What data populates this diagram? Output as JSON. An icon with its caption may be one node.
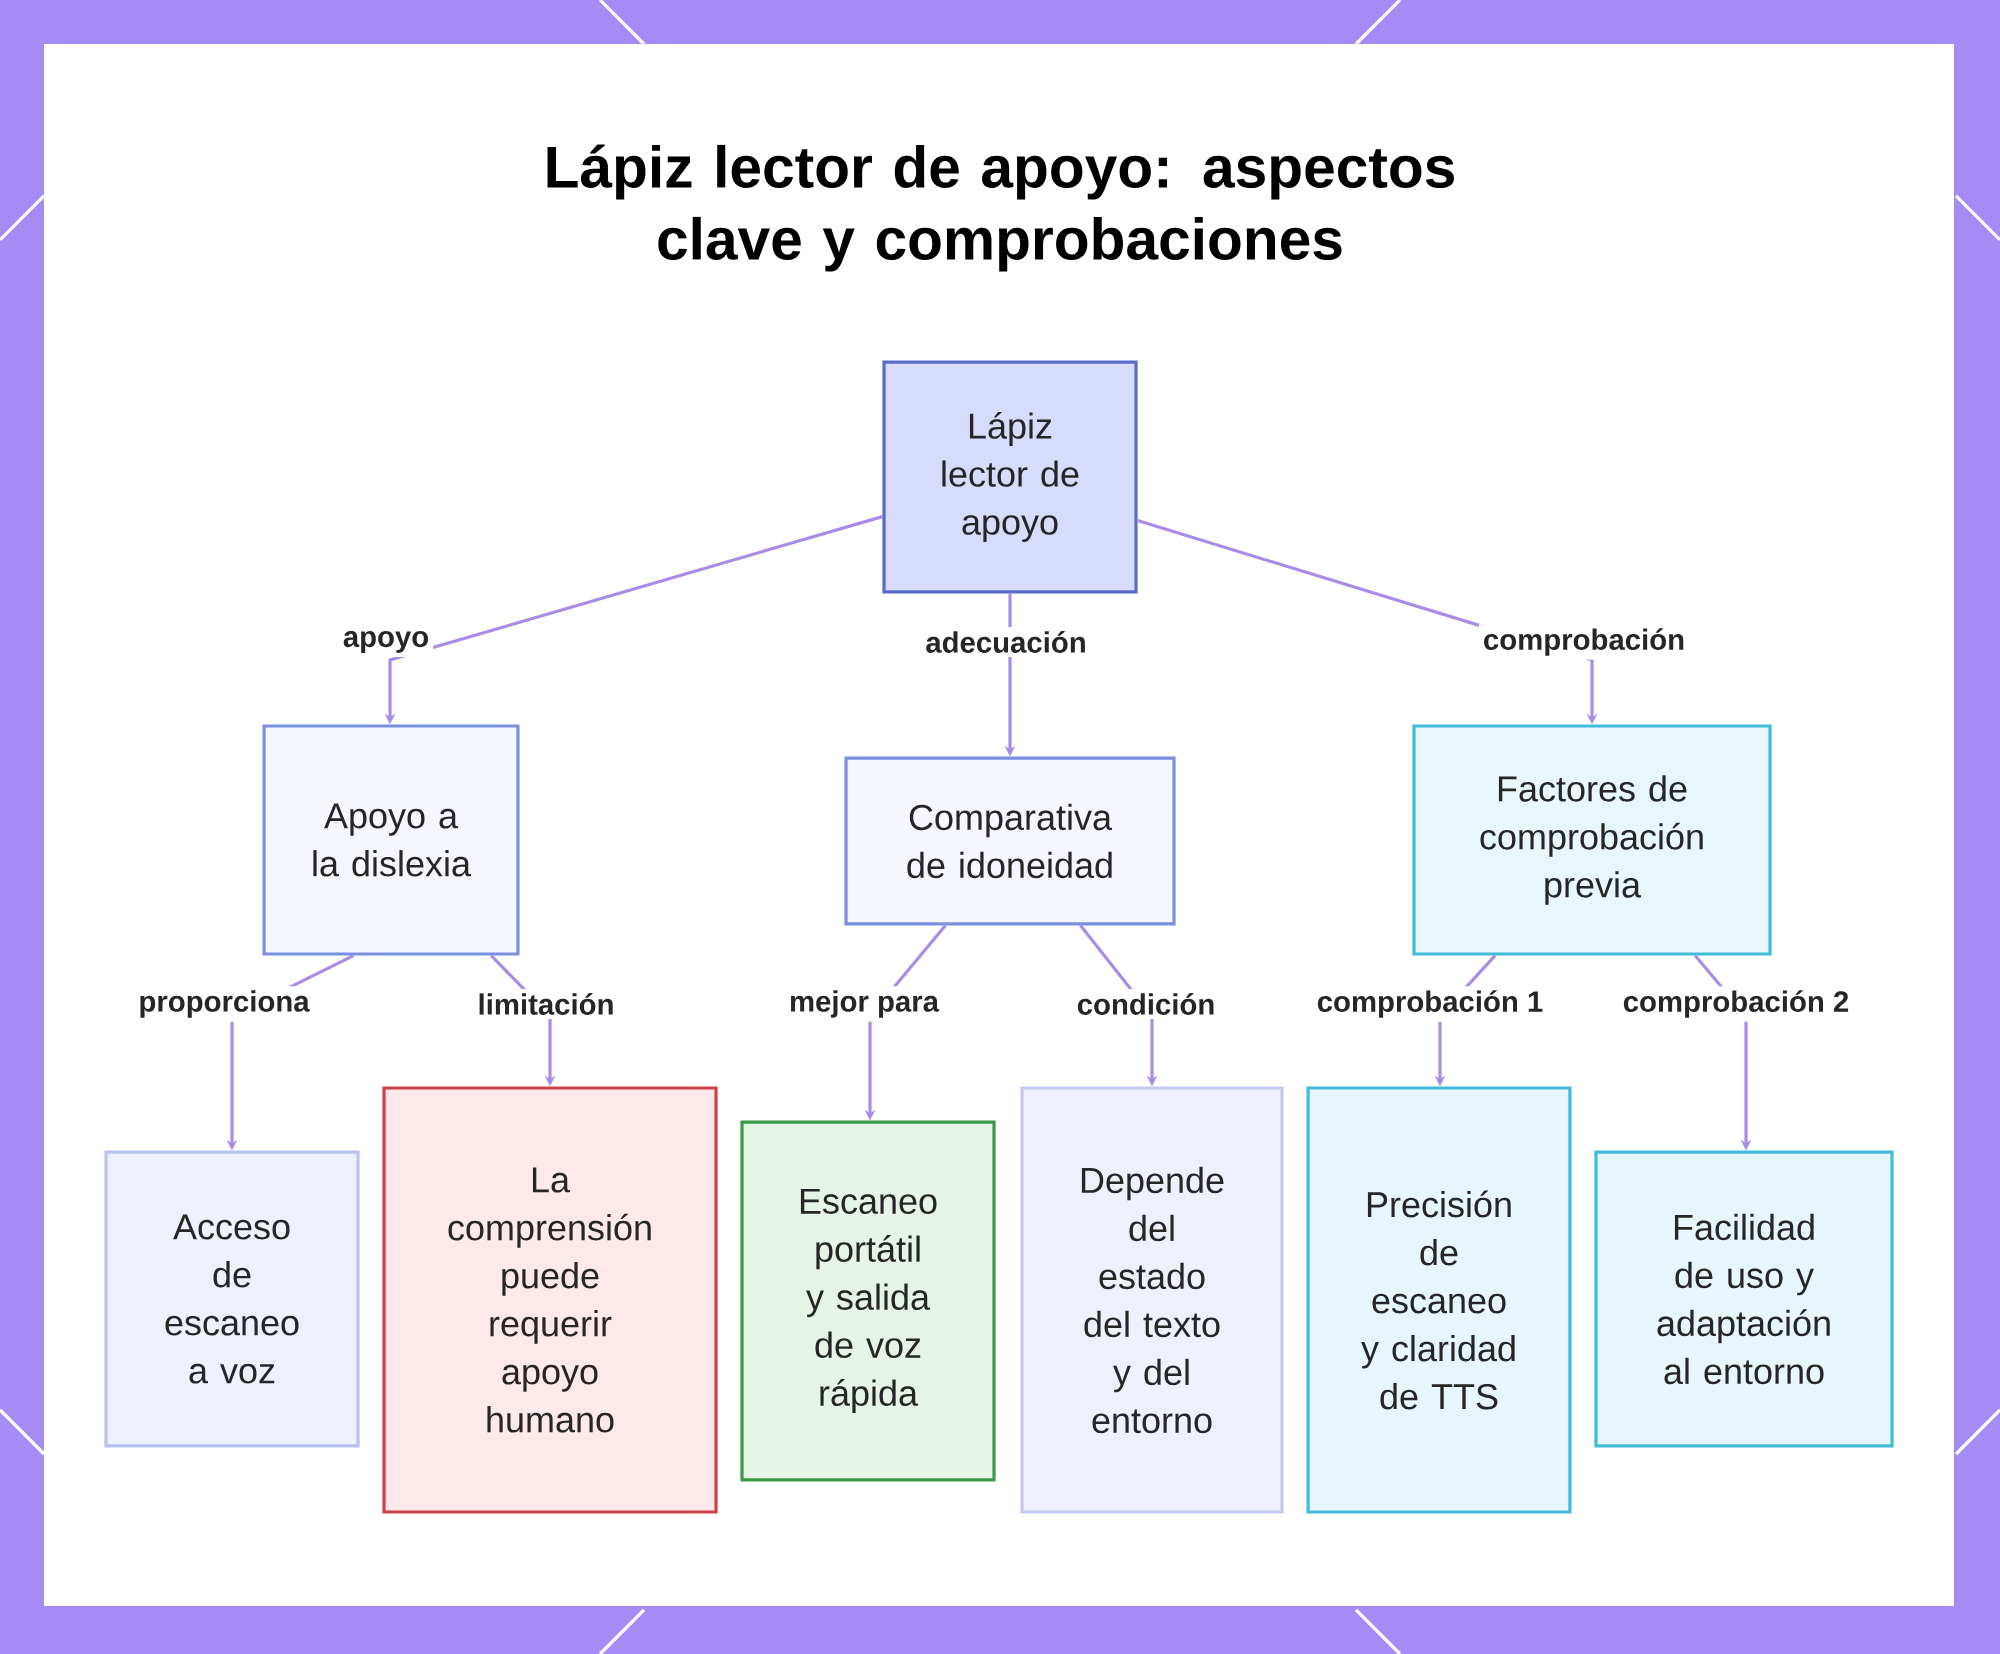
{
  "diagram": {
    "title": "Lápiz lector de apoyo: aspectos clave y comprobaciones",
    "nodes": [
      {
        "text": [
          "Lápiz lector de apoyo"
        ]
      },
      {
        "text": [
          "Apoyo a la dislexia"
        ]
      },
      {
        "text": [
          "Comparativa de idoneidad"
        ]
      },
      {
        "text": [
          "Factores de comprobación previa"
        ]
      },
      {
        "text": [
          "Acceso de escaneo a voz"
        ]
      },
      {
        "text": [
          "La comprensión puede requerir apoyo humano"
        ]
      },
      {
        "text": [
          "Escaneo portátil y salida de voz rápida"
        ]
      },
      {
        "text": [
          "Depende del estado del texto y del entorno"
        ]
      },
      {
        "text": [
          "Precisión de escaneo y claridad de TTS"
        ]
      },
      {
        "text": [
          "Facilidad de uso y adaptación al entorno"
        ]
      }
    ],
    "edges": [
      {
        "from": 0,
        "to": 1,
        "arrow": "to",
        "label": "apoyo"
      },
      {
        "from": 0,
        "to": 2,
        "arrow": "to",
        "label": "adecuación"
      },
      {
        "from": 0,
        "to": 3,
        "arrow": "to",
        "label": "comprobación"
      },
      {
        "from": 1,
        "to": 4,
        "arrow": "to",
        "label": "proporciona"
      },
      {
        "from": 1,
        "to": 5,
        "arrow": "to",
        "label": "limitación"
      },
      {
        "from": 2,
        "to": 6,
        "arrow": "to",
        "label": "mejor para"
      },
      {
        "from": 2,
        "to": 7,
        "arrow": "to",
        "label": "condición"
      },
      {
        "from": 3,
        "to": 8,
        "arrow": "to",
        "label": "comprobación 1"
      },
      {
        "from": 3,
        "to": 9,
        "arrow": "to",
        "label": "comprobación 2"
      }
    ]
  }
}
